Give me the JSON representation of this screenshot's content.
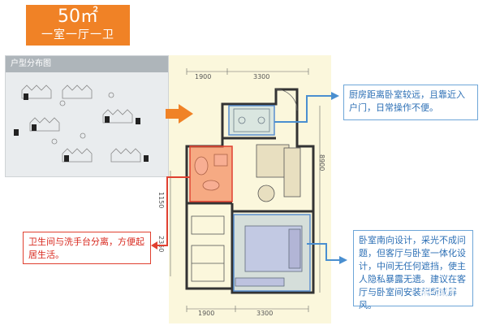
{
  "title": {
    "area": "50㎡",
    "layout": "一室一厅一卫"
  },
  "site_panel": {
    "header": "户型分布图"
  },
  "dimensions": {
    "top_left": "1900",
    "top_right": "3300",
    "bottom_left": "1900",
    "bottom_right": "3300",
    "right_side": "8900",
    "left_mid": "1150",
    "left_low": "2350"
  },
  "notes": {
    "kitchen": "厨房距离卧室较远，且靠近入户门，日常操作不便。",
    "bedroom": "卧室南向设计，采光不成问题，但客厅与卧室一体化设计，中间无任何遮挡，使主人隐私暴露无遗。建议在客厅与卧室间安装隔断或屏风。",
    "bathroom": "卫生间与洗手台分离，方便起居生活。"
  },
  "watermark": "彩叶",
  "colors": {
    "orange": "#f08226",
    "blue": "#2c6fb5",
    "red": "#d8281e"
  }
}
